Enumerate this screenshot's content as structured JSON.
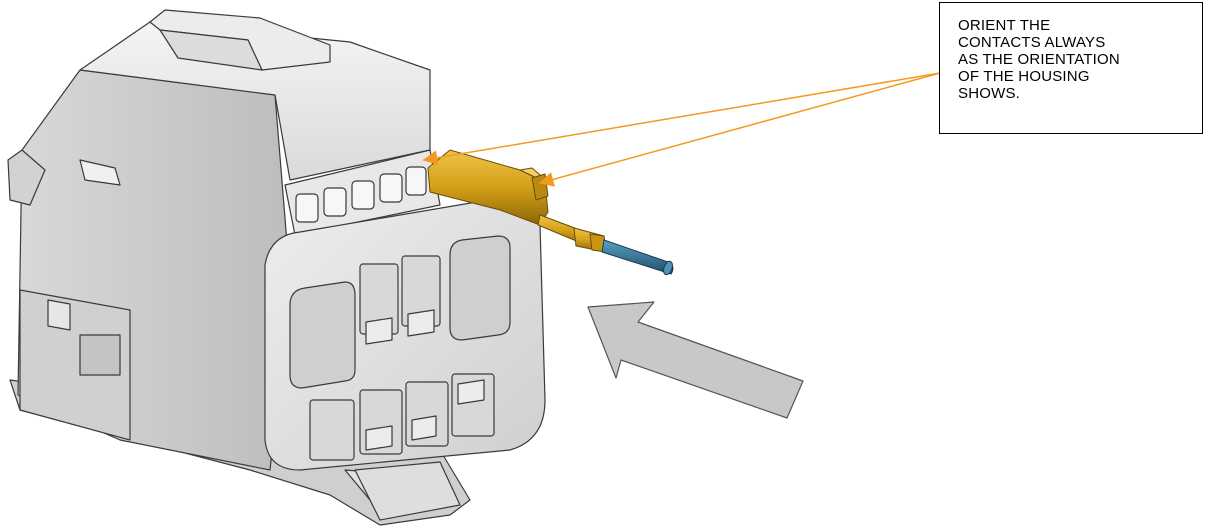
{
  "callout": {
    "text": "ORIENT THE\nCONTACTS ALWAYS\nAS THE ORIENTATION\nOF THE HOUSING\nSHOWS."
  },
  "colors": {
    "housing_light": "#e6e6e6",
    "housing_mid": "#c6c6c6",
    "housing_dark": "#8e8e8e",
    "outline": "#3a3a3a",
    "contact_gold": "#d4a017",
    "contact_dark": "#8a6508",
    "wire_blue": "#2f6f92",
    "leader_orange": "#f39a1e",
    "arrow_fill": "#c8c8c8"
  },
  "icons": [
    "connector-housing",
    "terminal-contact",
    "insertion-direction-arrow"
  ]
}
